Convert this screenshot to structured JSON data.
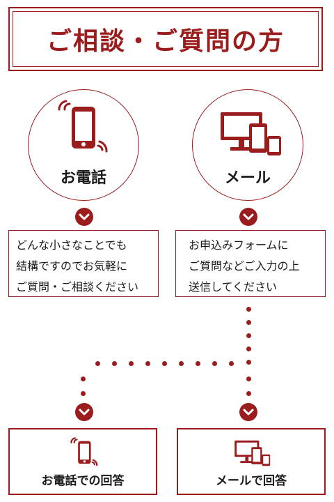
{
  "header": {
    "title": "ご相談・ご質問の方"
  },
  "options": {
    "phone": {
      "label": "お電話",
      "icon": "smartphone-ringing-icon",
      "description": [
        "どんな小さなことでも",
        "結構ですのでお気軽に",
        "ご質問・ご相談ください"
      ]
    },
    "mail": {
      "label": "メール",
      "icon": "devices-icon",
      "description": [
        "お申込みフォームに",
        "ご質問などご入力の上",
        "送信してください"
      ]
    }
  },
  "responses": {
    "phone": {
      "label": "お電話での回答",
      "icon": "smartphone-ringing-icon"
    },
    "mail": {
      "label": "メールで回答",
      "icon": "devices-icon"
    }
  },
  "colors": {
    "accent": "#9b1c1c",
    "text": "#1a1a1a",
    "background": "#ffffff"
  }
}
